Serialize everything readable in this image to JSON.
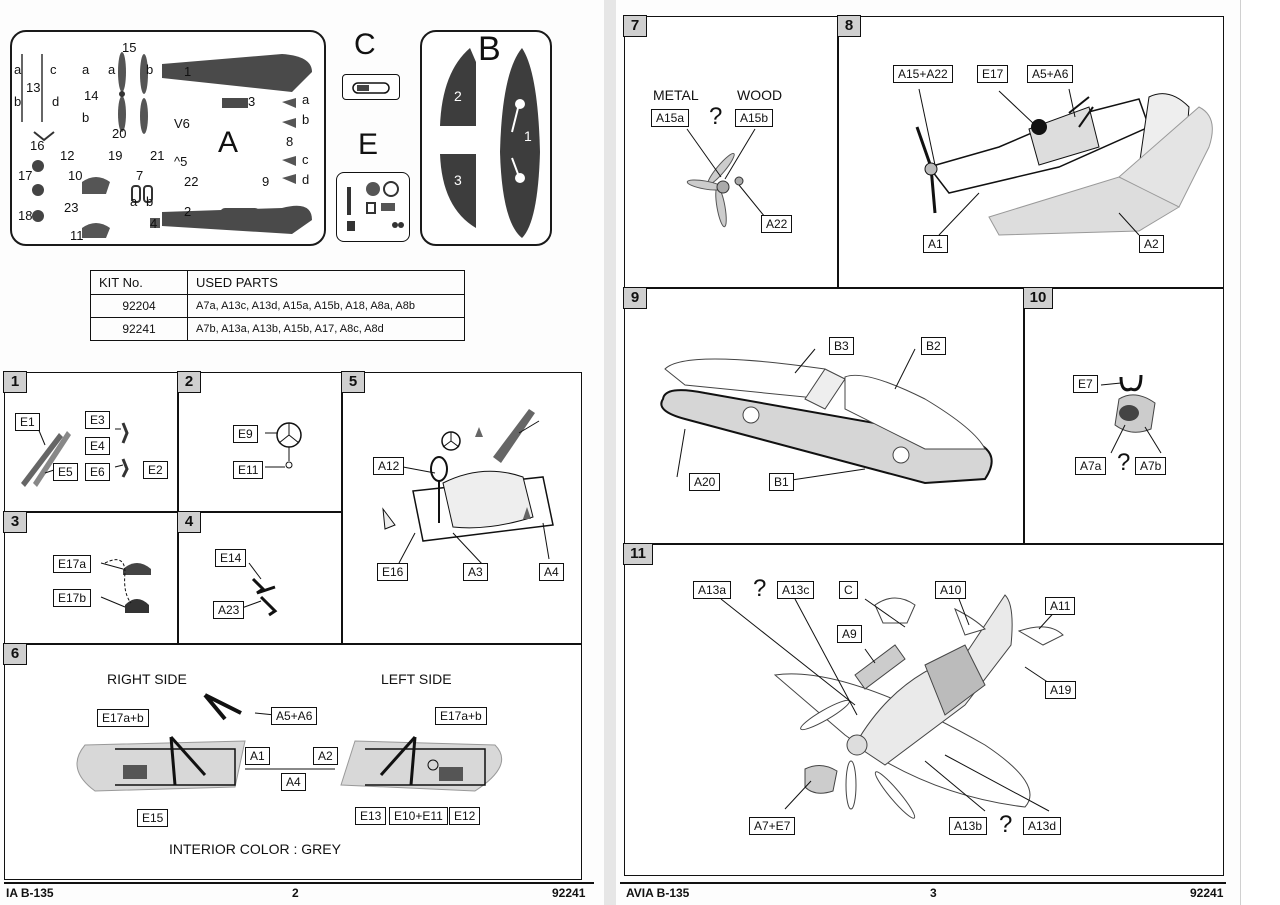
{
  "sprues": {
    "frame_a": {
      "title": "A",
      "parts": [
        "a",
        "c",
        "a",
        "13",
        "14",
        "b",
        "d",
        "b",
        "15",
        "a",
        "b",
        "1",
        "3",
        "a",
        "b",
        "8",
        "c",
        "d",
        "9",
        "2",
        "20",
        "V6",
        "^5",
        "22",
        "16",
        "12",
        "19",
        "21",
        "17",
        "10",
        "7",
        "a",
        "b",
        "18",
        "23",
        "11",
        "4"
      ]
    },
    "frame_c": {
      "title": "C"
    },
    "frame_e": {
      "title": "E"
    },
    "frame_b": {
      "title": "B",
      "parts": [
        "2",
        "1",
        "3"
      ]
    }
  },
  "parts_table": {
    "headers": [
      "KIT No.",
      "USED PARTS"
    ],
    "rows": [
      [
        "92204",
        "A7a, A13c, A13d, A15a, A15b, A18, A8a, A8b"
      ],
      [
        "92241",
        "A7b, A13a, A13b, A15b, A17, A8c, A8d"
      ]
    ]
  },
  "steps": {
    "s1": {
      "no": "1",
      "labels": [
        "E1",
        "E3",
        "E4",
        "E5",
        "E6",
        "E2"
      ]
    },
    "s2": {
      "no": "2",
      "labels": [
        "E9",
        "E11"
      ]
    },
    "s3": {
      "no": "3",
      "labels": [
        "E17a",
        "E17b"
      ]
    },
    "s4": {
      "no": "4",
      "labels": [
        "E14",
        "A23"
      ]
    },
    "s5": {
      "no": "5",
      "labels": [
        "A12",
        "E16",
        "A3",
        "A4"
      ]
    },
    "s6": {
      "no": "6",
      "right_side": "RIGHT SIDE",
      "left_side": "LEFT SIDE",
      "labels": [
        "E17a+b",
        "A5+A6",
        "E17a+b",
        "A1",
        "A2",
        "A4",
        "E15",
        "E13",
        "E10+E11",
        "E12"
      ],
      "interior": "INTERIOR COLOR :   GREY"
    },
    "s7": {
      "no": "7",
      "metal": "METAL",
      "wood": "WOOD",
      "q": "?",
      "labels": [
        "A15a",
        "A15b",
        "A22"
      ]
    },
    "s8": {
      "no": "8",
      "labels": [
        "A15+A22",
        "E17",
        "A5+A6",
        "A1",
        "A2"
      ]
    },
    "s9": {
      "no": "9",
      "labels": [
        "B3",
        "B2",
        "A20",
        "B1"
      ]
    },
    "s10": {
      "no": "10",
      "labels": [
        "E7",
        "A7a",
        "A7b"
      ],
      "q": "?"
    },
    "s11": {
      "no": "11",
      "labels": [
        "A13a",
        "A13c",
        "C",
        "A10",
        "A11",
        "A9",
        "A19",
        "A7+E7",
        "A13b",
        "A13d"
      ],
      "q": "?"
    }
  },
  "footer": {
    "left_title": "IA B-135",
    "left_page": "2",
    "left_code": "92241",
    "right_title": "AVIA B-135",
    "right_page": "3",
    "right_code": "92241"
  }
}
